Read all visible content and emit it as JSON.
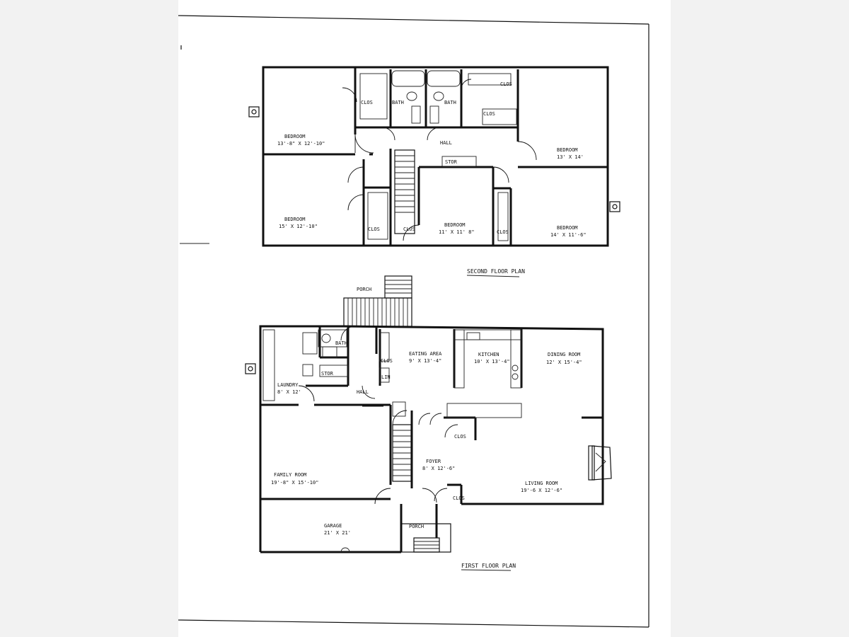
{
  "second_floor": {
    "title": "SECOND FLOOR PLAN",
    "labels": {
      "clos_a": "CLOS",
      "bath_a": "BATH",
      "bath_b": "BATH",
      "clos_b": "CLOS",
      "clos_c": "CLOS",
      "bedroom_nw": "BEDROOM",
      "bedroom_nw_dim": "13'-8\" X 12'-10\"",
      "hall": "HALL",
      "stor": "STOR",
      "bedroom_ne": "BEDROOM",
      "bedroom_ne_dim": "13' X 14'",
      "bedroom_sw": "BEDROOM",
      "bedroom_sw_dim": "15' X 12'-10\"",
      "clos_d": "CLOS",
      "clos_e": "CLOS",
      "bedroom_s": "BEDROOM",
      "bedroom_s_dim": "11' X 11' 8\"",
      "clos_f": "CLOS",
      "bedroom_se": "BEDROOM",
      "bedroom_se_dim": "14' X 11'-6\""
    }
  },
  "first_floor": {
    "title": "FIRST FLOOR PLAN",
    "labels": {
      "porch_top": "PORCH",
      "bath": "BATH",
      "stor": "STOR",
      "laundry": "LAUNDRY",
      "laundry_dim": "8' X 12'",
      "clos_a": "CLOS",
      "lin": "LIN",
      "hall": "HALL",
      "eating": "EATING AREA",
      "eating_dim": "9' X 13'-4\"",
      "kitchen": "KITCHEN",
      "kitchen_dim": "10' X 13'-4\"",
      "dining": "DINING ROOM",
      "dining_dim": "12' X 15'-4\"",
      "clos_b": "CLOS",
      "family": "FAMILY ROOM",
      "family_dim": "19'-8\" X 15'-10\"",
      "foyer": "FOYER",
      "foyer_dim": "8' X 12'-6\"",
      "living": "LIVING ROOM",
      "living_dim": "19'-6 X 12'-6\"",
      "clos_c": "CLOS",
      "garage": "GARAGE",
      "garage_dim": "21' X 21'",
      "porch_bottom": "PORCH"
    }
  }
}
